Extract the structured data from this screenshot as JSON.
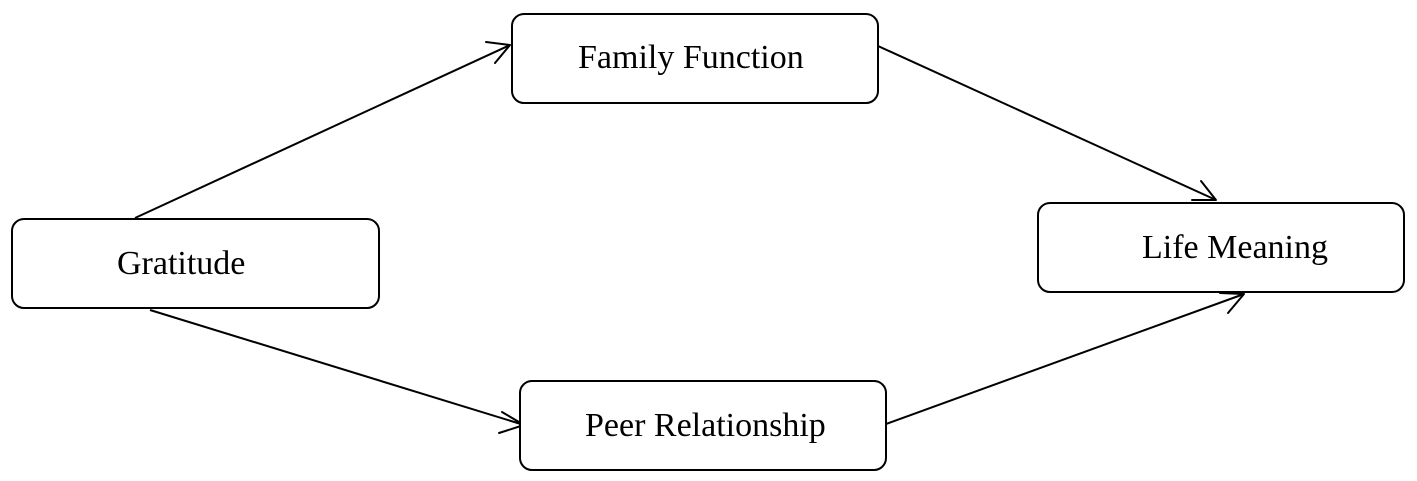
{
  "diagram": {
    "nodes": {
      "gratitude": {
        "label": "Gratitude"
      },
      "family_function": {
        "label": "Family Function"
      },
      "peer_relationship": {
        "label": "Peer Relationship"
      },
      "life_meaning": {
        "label": "Life Meaning"
      }
    },
    "edges": [
      {
        "from": "Gratitude",
        "to": "Family Function"
      },
      {
        "from": "Gratitude",
        "to": "Peer Relationship"
      },
      {
        "from": "Family Function",
        "to": "Life Meaning"
      },
      {
        "from": "Peer Relationship",
        "to": "Life Meaning"
      }
    ],
    "colors": {
      "stroke": "#000000",
      "box_fill": "#ffffff",
      "background": "#ffffff"
    }
  }
}
